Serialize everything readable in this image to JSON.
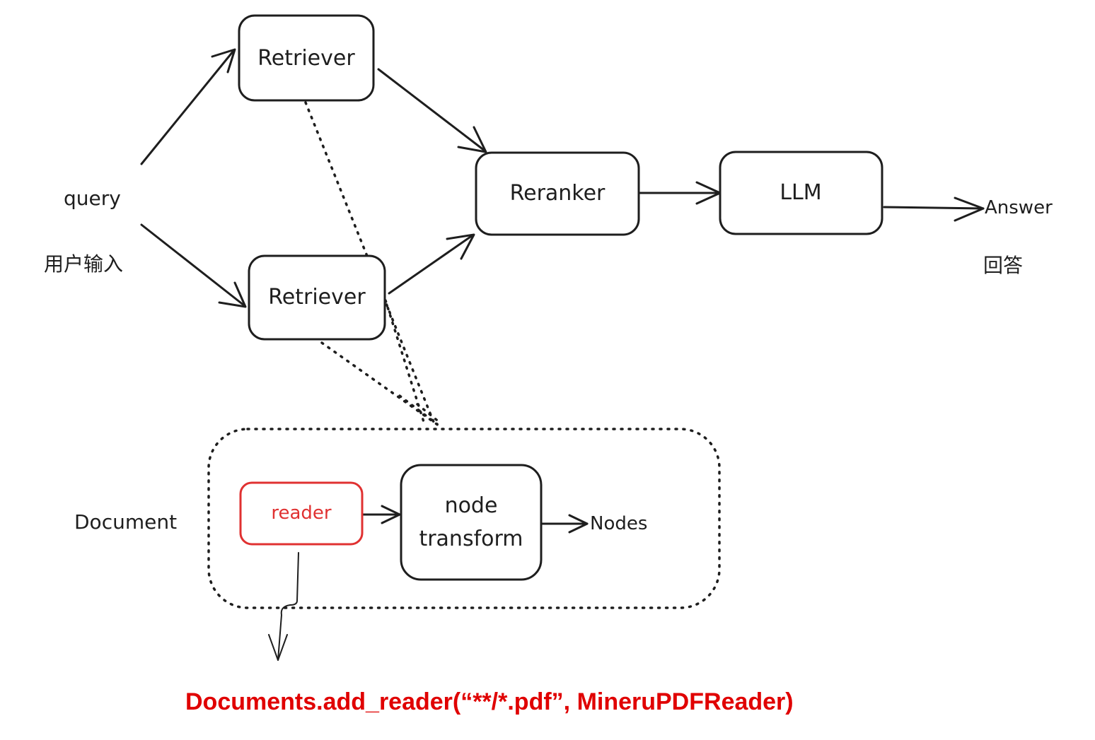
{
  "nodes": {
    "retriever_top": "Retriever",
    "retriever_bottom": "Retriever",
    "reranker": "Reranker",
    "llm": "LLM",
    "reader": "reader",
    "node_transform_line1": "node",
    "node_transform_line2": "transform"
  },
  "labels": {
    "query": "query",
    "query_cn": "用户输入",
    "answer": "Answer",
    "answer_cn": "回答",
    "document": "Document",
    "nodes_out": "Nodes"
  },
  "footer": {
    "code": "Documents.add_reader(“**/*.pdf”, MineruPDFReader)"
  },
  "colors": {
    "ink": "#1e1e1e",
    "reader_accent": "#e03131",
    "footer_text": "#e00000"
  }
}
